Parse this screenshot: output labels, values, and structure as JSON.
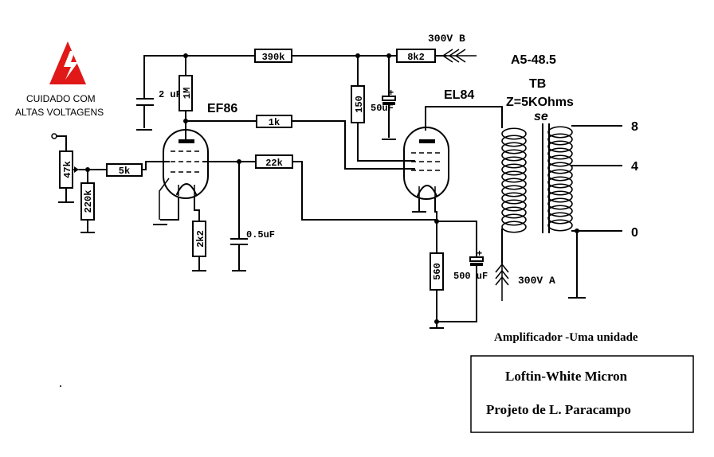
{
  "warning": {
    "line1": "CUIDADO   COM",
    "line2": "ALTAS VOLTAGENS"
  },
  "tubes": {
    "ef86": "EF86",
    "el84": "EL84"
  },
  "resistors": {
    "r390k": "390k",
    "r8k2": "8k2",
    "r1m": "1M",
    "r1k": "1k",
    "r22k": "22k",
    "r5k": "5k",
    "r47k": "47k",
    "r220k": "220k",
    "r2k2": "2k2",
    "r150": "150",
    "r560": "560"
  },
  "capacitors": {
    "c2uf": "2 uF",
    "c50uf": "50uF",
    "c05uf": "0.5uF",
    "c500uf": "500 uF",
    "plus": "+"
  },
  "supply": {
    "b": "300V  B",
    "a": "300V  A"
  },
  "transformer": {
    "model": "A5-48.5",
    "type": "TB",
    "impedance": "Z=5KOhms",
    "se": "se",
    "taps": [
      "8",
      "4",
      "0"
    ]
  },
  "caption": "Amplificador -Uma unidade",
  "credits": {
    "line1": "Loftin-White  Micron",
    "line2": "Projeto de L. Paracampo"
  }
}
